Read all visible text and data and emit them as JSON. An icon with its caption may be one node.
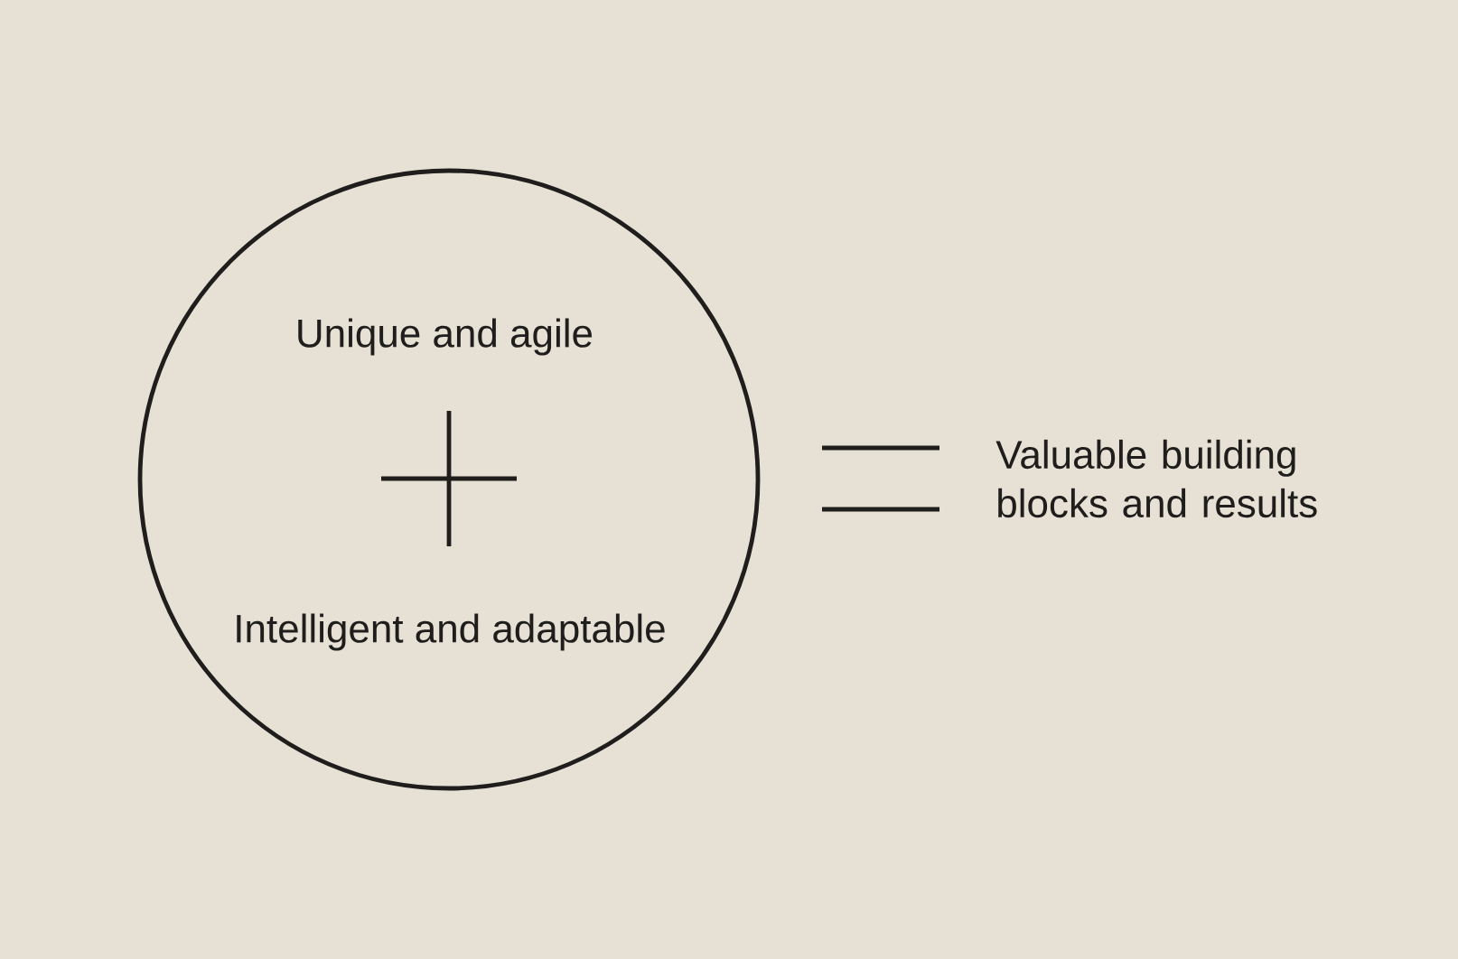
{
  "diagram": {
    "nodes": [
      {
        "text": [
          "Unique and agile",
          "Intelligent and adaptable"
        ]
      }
    ],
    "labels": [
      "Valuable building blocks and results"
    ]
  }
}
